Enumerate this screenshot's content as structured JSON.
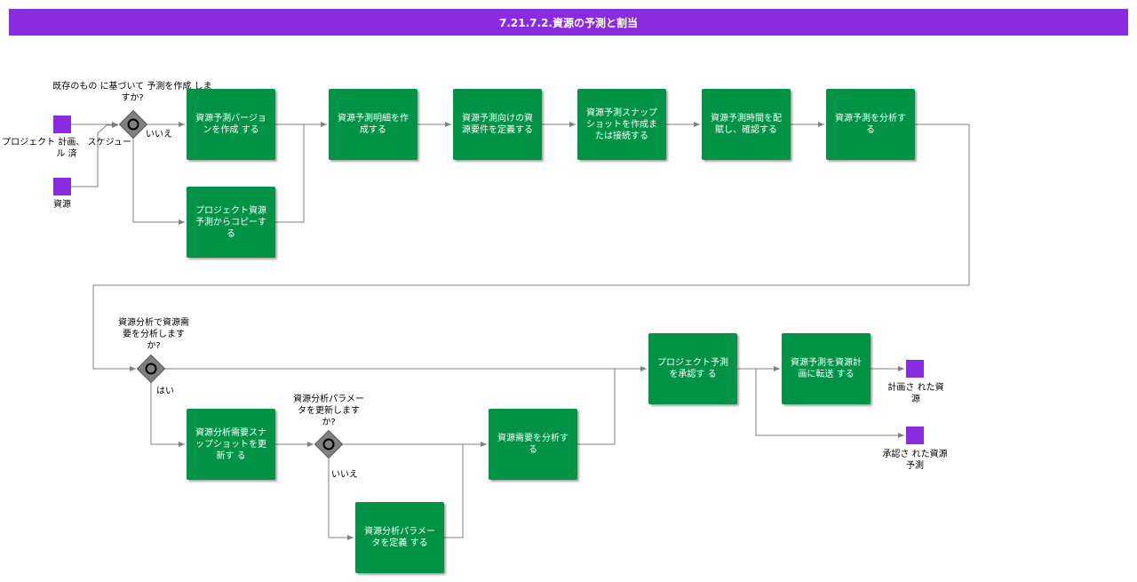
{
  "title": "7.21.7.2.資源の予測と割当",
  "colors": {
    "task": "#009245",
    "header": "#8a2be2",
    "data": "#8a2be2",
    "line": "#808080"
  },
  "inputs": [
    {
      "label": "プロジェクト 計画、 スケジュール 済"
    },
    {
      "label": "資源"
    }
  ],
  "gateways": {
    "g1": {
      "question": "既存のもの に基づいて 予測を作成 しますか?",
      "branch": "いいえ"
    },
    "g2": {
      "question": "資源分析で資源需要を分析しますか?",
      "branch": "はい"
    },
    "g3": {
      "question": "資源分析パラメータを更新しますか?",
      "branch": "いいえ"
    }
  },
  "tasks": [
    {
      "label": "資源予測バージョンを作成 する"
    },
    {
      "label": "プロジェクト資源予測からコピーする"
    },
    {
      "label": "資源予測明細を作成する"
    },
    {
      "label": "資源予測向けの資源要件を定義する"
    },
    {
      "label": "資源予測スナップショットを作成または接続する"
    },
    {
      "label": "資源予測時間を配賦し、確認する"
    },
    {
      "label": "資源予測を分析する"
    },
    {
      "label": "資源分析需要スナップショットを更新す る"
    },
    {
      "label": "資源分析パラメータを定義 する"
    },
    {
      "label": "資源需要を分析する"
    },
    {
      "label": "プロジェクト予測を承認す る"
    },
    {
      "label": "資源予測を資源計画に転送 する"
    }
  ],
  "outputs": [
    {
      "label": "計画さ れた資源"
    },
    {
      "label": "承認さ れた資源予測"
    }
  ]
}
